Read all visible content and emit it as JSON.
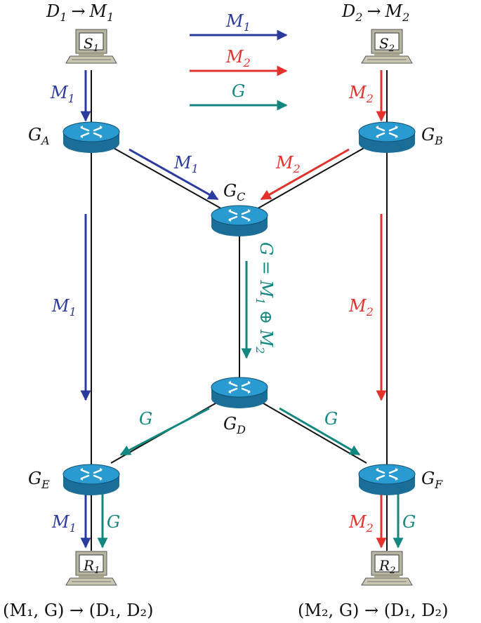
{
  "colors": {
    "m1": "#2b3a9e",
    "m2": "#e2322b",
    "g": "#12877f",
    "link": "#111111",
    "router_top": "#2a9bd0",
    "router_side": "#1a6e98"
  },
  "top_left_mapping": {
    "a": "D",
    "a_sub": "1",
    "arrow": "→",
    "b": "M",
    "b_sub": "1"
  },
  "top_right_mapping": {
    "a": "D",
    "a_sub": "2",
    "arrow": "→",
    "b": "M",
    "b_sub": "2"
  },
  "legend": [
    {
      "name": "M",
      "sub": "1",
      "color_key": "m1"
    },
    {
      "name": "M",
      "sub": "2",
      "color_key": "m2"
    },
    {
      "name": "G",
      "sub": "",
      "color_key": "g"
    }
  ],
  "hosts": {
    "s1": {
      "letter": "S",
      "sub": "1"
    },
    "s2": {
      "letter": "S",
      "sub": "2"
    },
    "r1": {
      "letter": "R",
      "sub": "1"
    },
    "r2": {
      "letter": "R",
      "sub": "2"
    }
  },
  "routers": {
    "ga": {
      "letter": "G",
      "sub": "A"
    },
    "gb": {
      "letter": "G",
      "sub": "B"
    },
    "gc": {
      "letter": "G",
      "sub": "C"
    },
    "gd": {
      "letter": "G",
      "sub": "D"
    },
    "ge": {
      "letter": "G",
      "sub": "E"
    },
    "gf": {
      "letter": "G",
      "sub": "F"
    }
  },
  "flow_labels": {
    "s1_ga": {
      "name": "M",
      "sub": "1"
    },
    "s2_gb": {
      "name": "M",
      "sub": "2"
    },
    "ga_gc": {
      "name": "M",
      "sub": "1"
    },
    "gb_gc": {
      "name": "M",
      "sub": "2"
    },
    "ga_ge": {
      "name": "M",
      "sub": "1"
    },
    "gb_gf": {
      "name": "M",
      "sub": "2"
    },
    "gd_ge": {
      "name": "G",
      "sub": ""
    },
    "gd_gf": {
      "name": "G",
      "sub": ""
    },
    "ge_r1_m": {
      "name": "M",
      "sub": "1"
    },
    "ge_r1_g": {
      "name": "G",
      "sub": ""
    },
    "gf_r2_m": {
      "name": "M",
      "sub": "2"
    },
    "gf_r2_g": {
      "name": "G",
      "sub": ""
    }
  },
  "coding_label": {
    "g": "G",
    "eq": " = ",
    "m1": "M",
    "m1_sub": "1",
    "xor": " ⊕ ",
    "m2": "M",
    "m2_sub": "2"
  },
  "bottom_left_caption": "(M₁, G) → (D₁, D₂)",
  "bottom_right_caption": "(M₂, G) → (D₁, D₂)"
}
